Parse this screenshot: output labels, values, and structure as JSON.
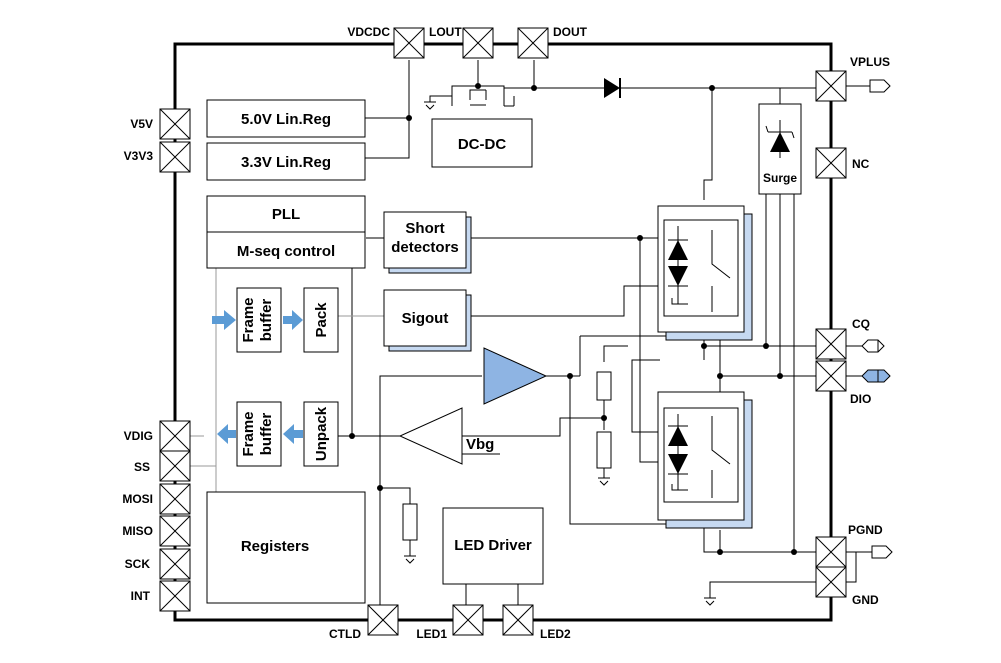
{
  "pins": {
    "VDCDC": "VDCDC",
    "LOUT": "LOUT",
    "DOUT": "DOUT",
    "VPLUS": "VPLUS",
    "NC": "NC",
    "CQ": "CQ",
    "DIO": "DIO",
    "PGND": "PGND",
    "GND": "GND",
    "V5V": "V5V",
    "V3V3": "V3V3",
    "VDIG": "VDIG",
    "SS": "SS",
    "MOSI": "MOSI",
    "MISO": "MISO",
    "SCK": "SCK",
    "INT": "INT",
    "CTLD": "CTLD",
    "LED1": "LED1",
    "LED2": "LED2"
  },
  "blocks": {
    "lin5": "5.0V Lin.Reg",
    "lin33": "3.3V Lin.Reg",
    "dcdc": "DC-DC",
    "pll": "PLL",
    "mseq": "M-seq control",
    "short_line1": "Short",
    "short_line2": "detectors",
    "sigout": "Sigout",
    "vbg": "Vbg",
    "surge": "Surge",
    "frame1_line1": "Frame",
    "frame1_line2": "buffer",
    "pack": "Pack",
    "frame2_line1": "Frame",
    "frame2_line2": "buffer",
    "unpack": "Unpack",
    "registers": "Registers",
    "led_driver": "LED Driver"
  },
  "colors": {
    "shadow": "#c6d9f1",
    "amp": "#8eb4e3",
    "arrow": "#5b9bd5",
    "dio_port": "#8eb4e3"
  }
}
